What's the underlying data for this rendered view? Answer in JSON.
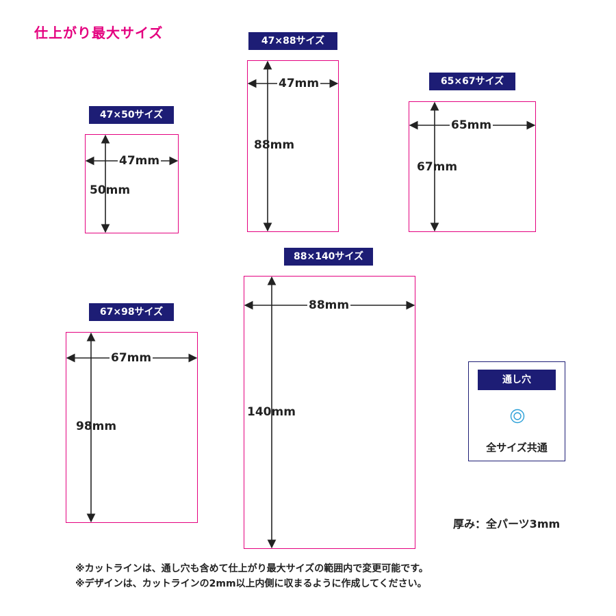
{
  "title": "仕上がり最大サイズ",
  "sizes": [
    {
      "label": "47×50サイズ",
      "width_label": "47mm",
      "height_label": "50mm"
    },
    {
      "label": "47×88サイズ",
      "width_label": "47mm",
      "height_label": "88mm"
    },
    {
      "label": "65×67サイズ",
      "width_label": "65mm",
      "height_label": "67mm"
    },
    {
      "label": "88×140サイズ",
      "width_label": "88mm",
      "height_label": "140mm"
    },
    {
      "label": "67×98サイズ",
      "width_label": "67mm",
      "height_label": "98mm"
    }
  ],
  "hole": {
    "label": "通し穴",
    "caption": "全サイズ共通",
    "icon": "concentric-circle-icon"
  },
  "thickness": "厚み：全パーツ3mm",
  "notes": [
    "※カットラインは、通し穴も含めて仕上がり最大サイズの範囲内で変更可能です。",
    "※デザインは、カットラインの2mm以上内側に収まるように作成してください。"
  ],
  "colors": {
    "accent": "#e4007f",
    "badge": "#1d1d75",
    "hole": "#2aa0d8",
    "text": "#222222"
  }
}
